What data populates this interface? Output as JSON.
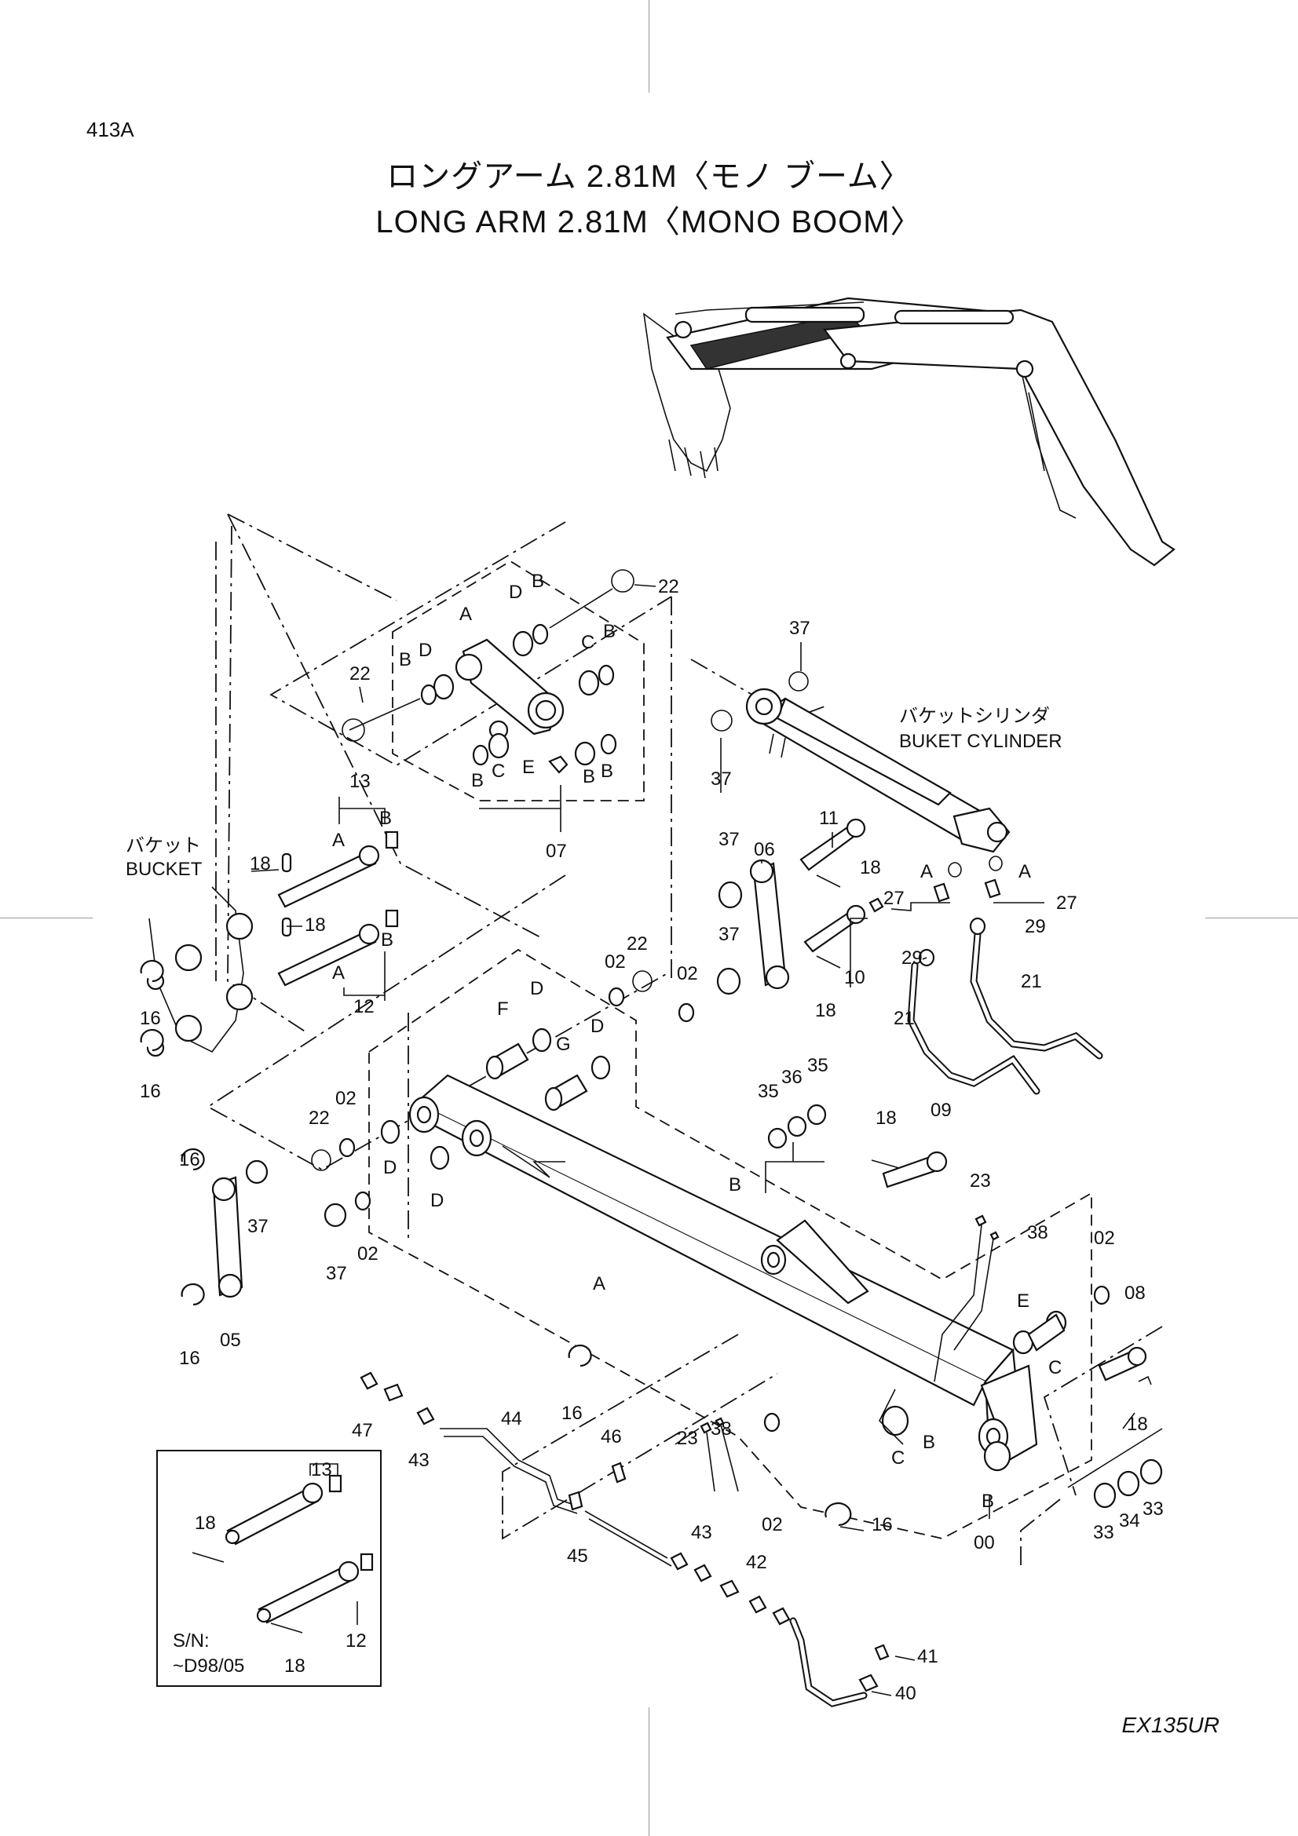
{
  "page_code": "413A",
  "title_ja": "ロングアーム  2.81M〈モノ ブーム〉",
  "title_en": "LONG  ARM  2.81M〈MONO BOOM〉",
  "model": "EX135UR",
  "bucket_label_ja": "バケット",
  "bucket_label_en": "BUCKET",
  "cylinder_label_ja": "バケットシリンダ",
  "cylinder_label_en": "BUKET CYLINDER",
  "inset": {
    "sn_label": "S/N:",
    "sn_range": "~D98/05"
  },
  "callouts": [
    {
      "id": "c22a",
      "text": "22"
    },
    {
      "id": "cDa",
      "text": "D"
    },
    {
      "id": "cBa",
      "text": "B"
    },
    {
      "id": "cAa",
      "text": "A"
    },
    {
      "id": "c22b",
      "text": "22"
    },
    {
      "id": "cBb",
      "text": "B"
    },
    {
      "id": "cDb",
      "text": "D"
    },
    {
      "id": "cCa",
      "text": "C"
    },
    {
      "id": "cBc",
      "text": "B"
    },
    {
      "id": "cBd",
      "text": "B"
    },
    {
      "id": "cCb",
      "text": "C"
    },
    {
      "id": "cE",
      "text": "E"
    },
    {
      "id": "cBe",
      "text": "B"
    },
    {
      "id": "cBf",
      "text": "B"
    },
    {
      "id": "c07",
      "text": "07"
    },
    {
      "id": "c37a",
      "text": "37"
    },
    {
      "id": "c37b",
      "text": "37"
    },
    {
      "id": "c13",
      "text": "13"
    },
    {
      "id": "cAb",
      "text": "A"
    },
    {
      "id": "cBg",
      "text": "B"
    },
    {
      "id": "c18a",
      "text": "18"
    },
    {
      "id": "c18b",
      "text": "18"
    },
    {
      "id": "cBh",
      "text": "B"
    },
    {
      "id": "cAc",
      "text": "A"
    },
    {
      "id": "c12",
      "text": "12"
    },
    {
      "id": "c16a",
      "text": "16"
    },
    {
      "id": "c16b",
      "text": "16"
    },
    {
      "id": "c11",
      "text": "11"
    },
    {
      "id": "c06",
      "text": "06"
    },
    {
      "id": "c37c",
      "text": "37"
    },
    {
      "id": "c18c",
      "text": "18"
    },
    {
      "id": "c27a",
      "text": "27"
    },
    {
      "id": "cAd",
      "text": "A"
    },
    {
      "id": "cAe",
      "text": "A"
    },
    {
      "id": "c27b",
      "text": "27"
    },
    {
      "id": "c29a",
      "text": "29"
    },
    {
      "id": "c29b",
      "text": "29"
    },
    {
      "id": "c21a",
      "text": "21"
    },
    {
      "id": "c21b",
      "text": "21"
    },
    {
      "id": "c37d",
      "text": "37"
    },
    {
      "id": "c10",
      "text": "10"
    },
    {
      "id": "c18d",
      "text": "18"
    },
    {
      "id": "c02a",
      "text": "02"
    },
    {
      "id": "c22c",
      "text": "22"
    },
    {
      "id": "c02b",
      "text": "02"
    },
    {
      "id": "cDc",
      "text": "D"
    },
    {
      "id": "cF",
      "text": "F"
    },
    {
      "id": "cDd",
      "text": "D"
    },
    {
      "id": "cG",
      "text": "G"
    },
    {
      "id": "c35a",
      "text": "35"
    },
    {
      "id": "c36",
      "text": "36"
    },
    {
      "id": "c35b",
      "text": "35"
    },
    {
      "id": "c18e",
      "text": "18"
    },
    {
      "id": "c09",
      "text": "09"
    },
    {
      "id": "c22d",
      "text": "22"
    },
    {
      "id": "c02c",
      "text": "02"
    },
    {
      "id": "cDe",
      "text": "D"
    },
    {
      "id": "cDf",
      "text": "D"
    },
    {
      "id": "c16c",
      "text": "16"
    },
    {
      "id": "c37e",
      "text": "37"
    },
    {
      "id": "c37f",
      "text": "37"
    },
    {
      "id": "c02d",
      "text": "02"
    },
    {
      "id": "c16d",
      "text": "16"
    },
    {
      "id": "c05",
      "text": "05"
    },
    {
      "id": "cAf",
      "text": "A"
    },
    {
      "id": "cBi",
      "text": "B"
    },
    {
      "id": "c23a",
      "text": "23"
    },
    {
      "id": "c38a",
      "text": "38"
    },
    {
      "id": "c02e",
      "text": "02"
    },
    {
      "id": "c08",
      "text": "08"
    },
    {
      "id": "cEb",
      "text": "E"
    },
    {
      "id": "cCc",
      "text": "C"
    },
    {
      "id": "c16e",
      "text": "16"
    },
    {
      "id": "c47",
      "text": "47"
    },
    {
      "id": "c43a",
      "text": "43"
    },
    {
      "id": "c44",
      "text": "44"
    },
    {
      "id": "c46",
      "text": "46"
    },
    {
      "id": "c23b",
      "text": "23"
    },
    {
      "id": "c38b",
      "text": "38"
    },
    {
      "id": "cCd",
      "text": "C"
    },
    {
      "id": "cBj",
      "text": "B"
    },
    {
      "id": "c18f",
      "text": "18"
    },
    {
      "id": "c02f",
      "text": "02"
    },
    {
      "id": "c16f",
      "text": "16"
    },
    {
      "id": "cBk",
      "text": "B"
    },
    {
      "id": "c00",
      "text": "00"
    },
    {
      "id": "c33a",
      "text": "33"
    },
    {
      "id": "c34",
      "text": "34"
    },
    {
      "id": "c33b",
      "text": "33"
    },
    {
      "id": "c45",
      "text": "45"
    },
    {
      "id": "c43b",
      "text": "43"
    },
    {
      "id": "c42",
      "text": "42"
    },
    {
      "id": "c41",
      "text": "41"
    },
    {
      "id": "c40",
      "text": "40"
    },
    {
      "id": "c13i",
      "text": "13"
    },
    {
      "id": "c18i",
      "text": "18"
    },
    {
      "id": "c12i",
      "text": "12"
    },
    {
      "id": "c18j",
      "text": "18"
    }
  ]
}
